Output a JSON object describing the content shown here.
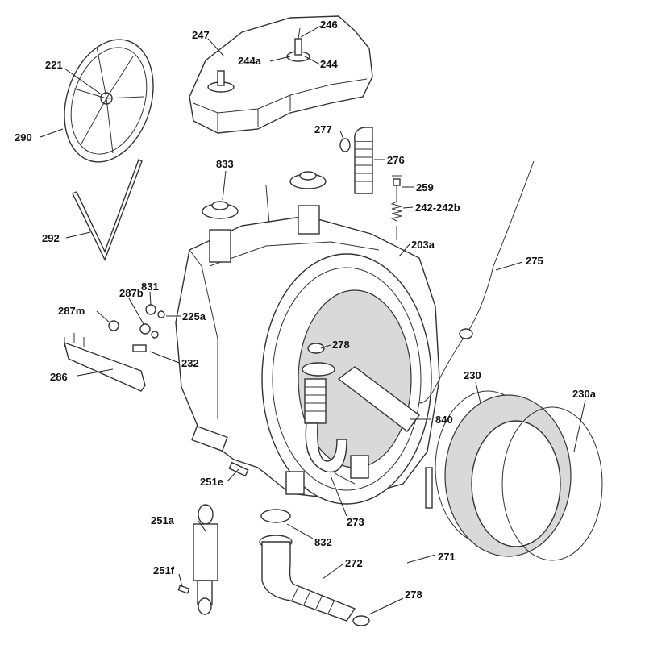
{
  "callouts": [
    {
      "id": "247",
      "text": "247"
    },
    {
      "id": "246",
      "text": "246"
    },
    {
      "id": "244a",
      "text": "244a"
    },
    {
      "id": "244",
      "text": "244"
    },
    {
      "id": "221",
      "text": "221"
    },
    {
      "id": "290",
      "text": "290"
    },
    {
      "id": "277",
      "text": "277"
    },
    {
      "id": "276",
      "text": "276"
    },
    {
      "id": "833",
      "text": "833"
    },
    {
      "id": "259",
      "text": "259"
    },
    {
      "id": "242-242b",
      "text": "242-242b"
    },
    {
      "id": "292",
      "text": "292"
    },
    {
      "id": "203a",
      "text": "203a"
    },
    {
      "id": "275",
      "text": "275"
    },
    {
      "id": "287b",
      "text": "287b"
    },
    {
      "id": "831",
      "text": "831"
    },
    {
      "id": "287m",
      "text": "287m"
    },
    {
      "id": "225a",
      "text": "225a"
    },
    {
      "id": "278a",
      "text": "278"
    },
    {
      "id": "232",
      "text": "232"
    },
    {
      "id": "286",
      "text": "286"
    },
    {
      "id": "230",
      "text": "230"
    },
    {
      "id": "230a",
      "text": "230a"
    },
    {
      "id": "840",
      "text": "840"
    },
    {
      "id": "251e",
      "text": "251e"
    },
    {
      "id": "273",
      "text": "273"
    },
    {
      "id": "251a",
      "text": "251a"
    },
    {
      "id": "832",
      "text": "832"
    },
    {
      "id": "272",
      "text": "272"
    },
    {
      "id": "271",
      "text": "271"
    },
    {
      "id": "251f",
      "text": "251f"
    },
    {
      "id": "278b",
      "text": "278"
    }
  ]
}
